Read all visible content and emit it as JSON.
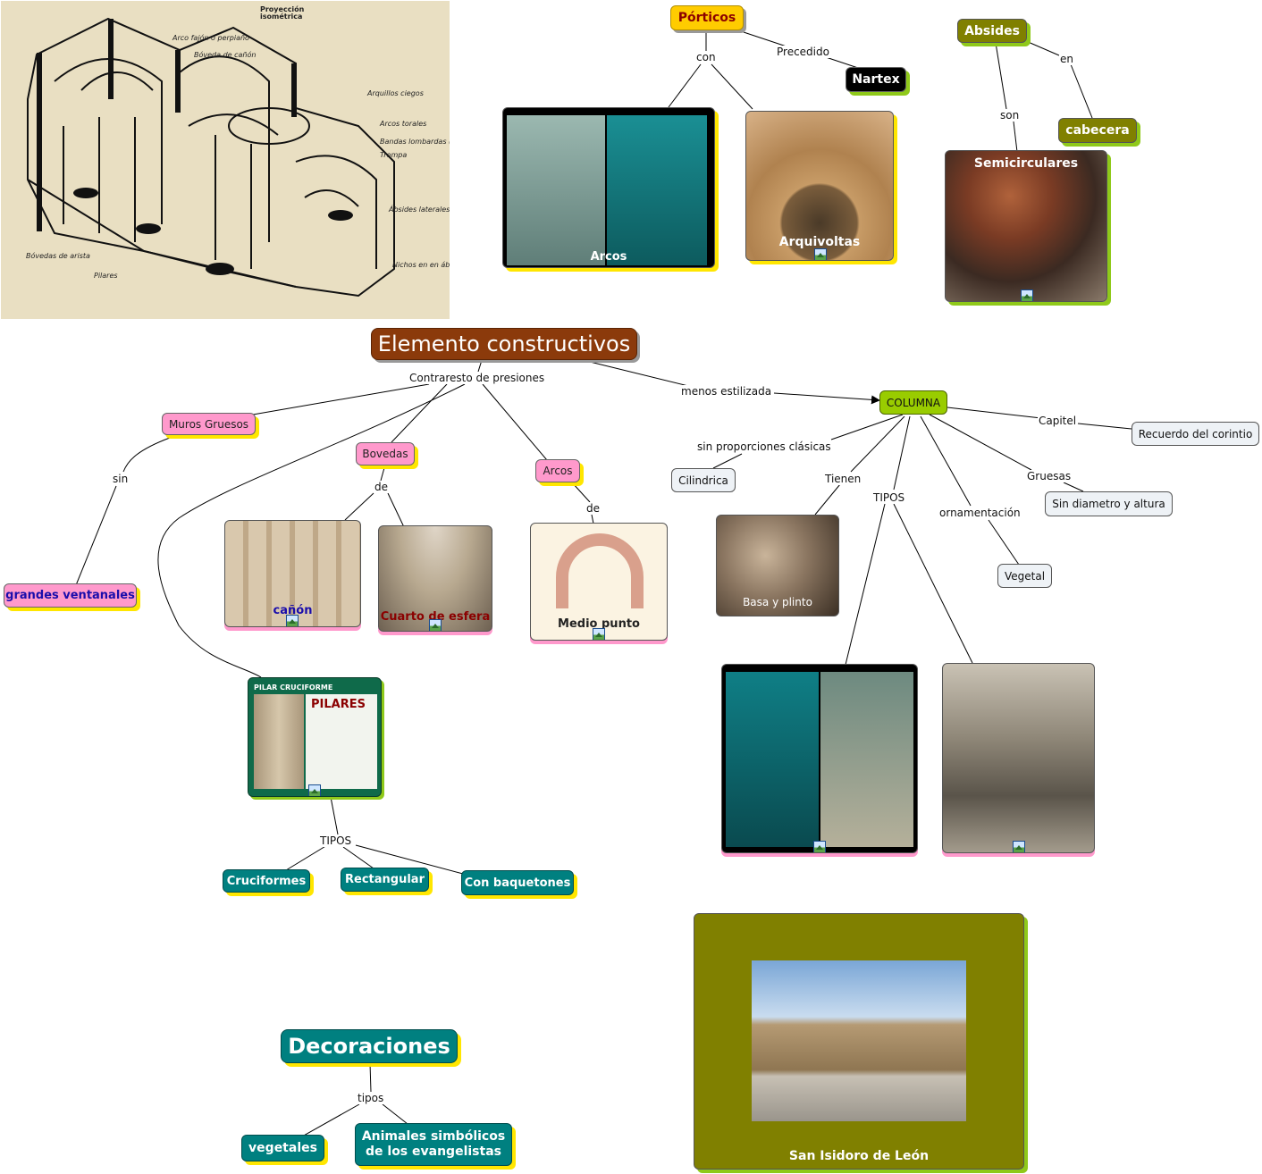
{
  "diagram_title": "Elemento constructivos",
  "sketch": {
    "title_line1": "Proyección",
    "title_line2": "isométrica",
    "labels": [
      "Arco fajón o perpiaño",
      "Bóveda de cañón",
      "Arquillos ciegos",
      "Arcos torales",
      "Bandas lombardas (lesenas)",
      "Trompa",
      "Ábsides laterales (absidiolos)",
      "Nichos en en ábside",
      "Bóvedas de arista",
      "Pilares"
    ]
  },
  "nodes": {
    "porticos": "Pórticos",
    "nartex": "Nartex",
    "absides": "Absides",
    "cabecera": "cabecera",
    "muros": "Muros Gruesos",
    "bovedas": "Bovedas",
    "arcos": "Arcos",
    "columna": "COLUMNA",
    "ventanales": "grandes ventanales",
    "cilindrica": "Cilindrica",
    "corintio": "Recuerdo del corintio",
    "diametro": "Sin diametro y altura",
    "vegetal": "Vegetal",
    "cruciformes": "Cruciformes",
    "rectangular": "Rectangular",
    "baquetones": "Con baquetones",
    "decoraciones": "Decoraciones",
    "vegetales": "vegetales",
    "animales": "Animales simbólicos de los evangelistas"
  },
  "images": {
    "arcos_portico": "Arcos",
    "arquivoltas": "Arquivoltas",
    "semicirculares": "Semicirculares",
    "canon": "cañón",
    "cuarto": "Cuarto de esfera",
    "medio": "Medio punto",
    "basa": "Basa y plinto",
    "pilar_header": "PILAR CRUCIFORME",
    "pilares": "PILARES",
    "isidoro": "San Isidoro de León"
  },
  "links": {
    "con": "con",
    "precedido": "Precedido",
    "en": "en",
    "son": "son",
    "contrarresto": "Contraresto de presiones",
    "menos": "menos estilizada",
    "sin": "sin",
    "de1": "de",
    "de2": "de",
    "sinprop": "sin proporciones clásicas",
    "capitel": "Capitel",
    "tienen": "Tienen",
    "tipos_col": "TIPOS",
    "ornamentacion": "ornamentación",
    "gruesas": "Gruesas",
    "tipos_pil": "TIPOS",
    "tipos_dec": "tipos"
  },
  "colors": {
    "title_bg": "#8b3a0b",
    "pink": "#ff99cc",
    "olive": "#808000",
    "teal": "#008080",
    "columna": "#99cc00",
    "porticos": "#ffcc00"
  }
}
